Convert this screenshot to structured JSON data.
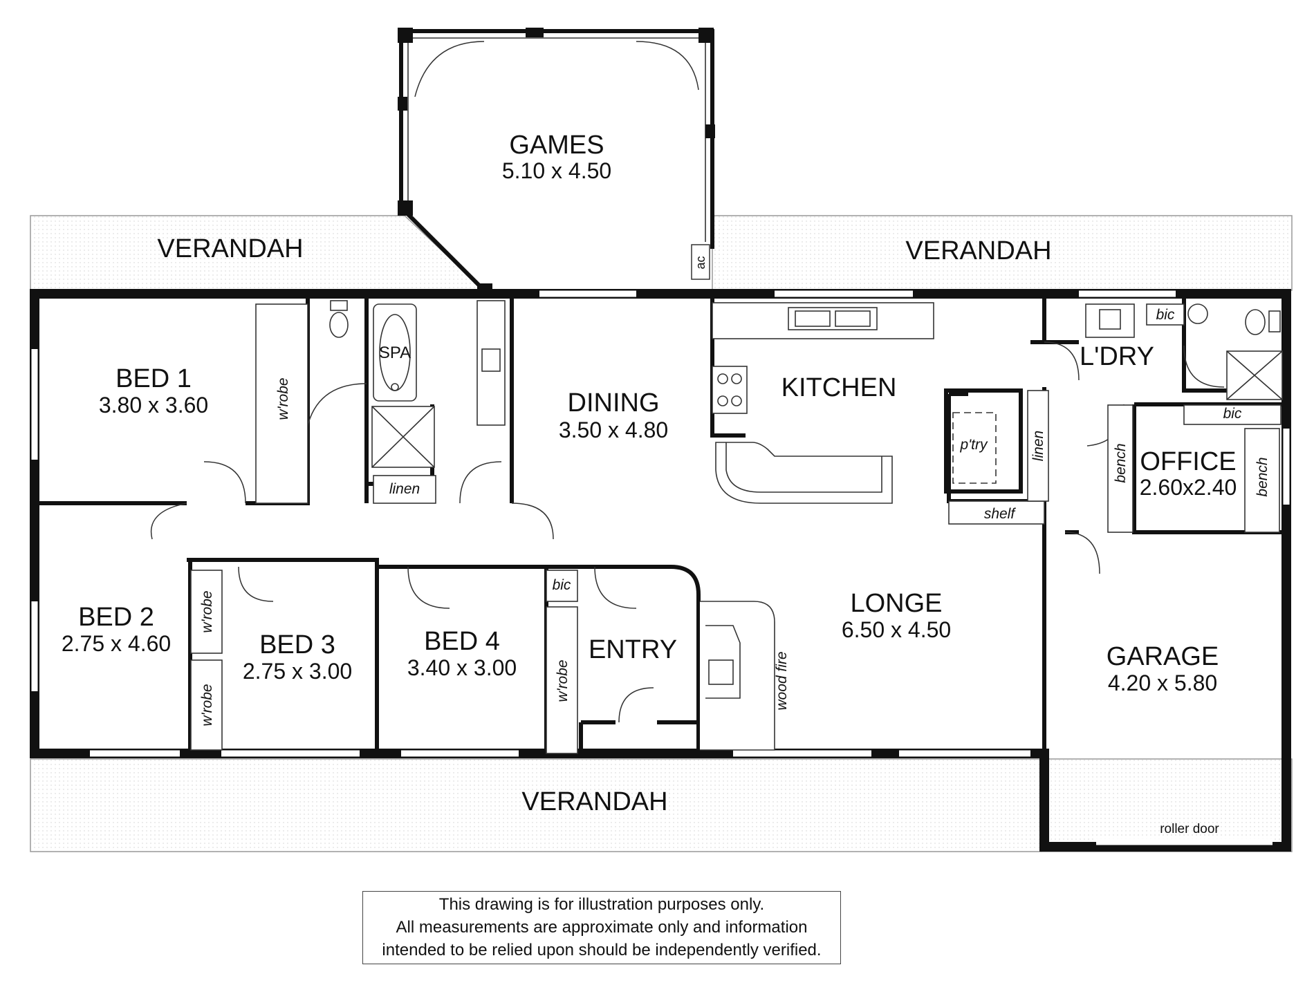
{
  "rooms": {
    "games": {
      "name": "GAMES",
      "dims": "5.10 x 4.50"
    },
    "bed1": {
      "name": "BED 1",
      "dims": "3.80 x 3.60"
    },
    "bed2": {
      "name": "BED 2",
      "dims": "2.75 x 4.60"
    },
    "bed3": {
      "name": "BED 3",
      "dims": "2.75 x 3.00"
    },
    "bed4": {
      "name": "BED 4",
      "dims": "3.40 x 3.00"
    },
    "dining": {
      "name": "DINING",
      "dims": "3.50 x 4.80"
    },
    "kitchen": {
      "name": "KITCHEN"
    },
    "laundry": {
      "name": "L'DRY"
    },
    "office": {
      "name": "OFFICE",
      "dims": "2.60x2.40"
    },
    "lounge": {
      "name": "LONGE",
      "dims": "6.50 x 4.50"
    },
    "entry": {
      "name": "ENTRY"
    },
    "garage": {
      "name": "GARAGE",
      "dims": "4.20 x 5.80"
    }
  },
  "verandahs": {
    "top_left": "VERANDAH",
    "top_right": "VERANDAH",
    "bottom": "VERANDAH"
  },
  "fixtures": {
    "spa": "SPA",
    "wrobe": "w'robe",
    "linen": "linen",
    "bic": "bic",
    "pantry": "p'try",
    "shelf": "shelf",
    "bench": "bench",
    "wood_fire": "wood fire",
    "ac": "ac",
    "roller_door": "roller door"
  },
  "disclaimer": {
    "line1": "This drawing is for illustration purposes only.",
    "line2": "All measurements are approximate only and information",
    "line3": "intended to be relied upon should be independently verified."
  }
}
